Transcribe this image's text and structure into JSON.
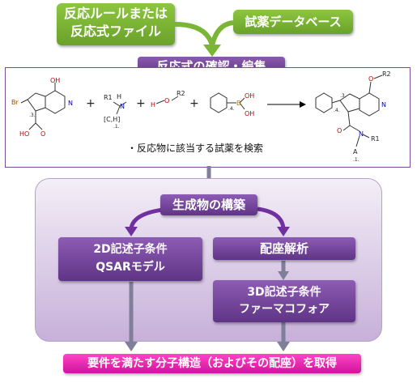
{
  "inputs": {
    "reaction_file": [
      "反応ルールまたは",
      "反応式ファイル"
    ],
    "reagent_db": "試薬データベース"
  },
  "confirm_edit": "反応式の確認・編集",
  "reaction": {
    "search_note": "・反応物に該当する試薬を検索",
    "plus": "+",
    "labels": {
      "oh_top": "OH",
      "br": "Br",
      "pos3_left": ".3.",
      "cooh_o": "O",
      "cooh_oh": "HO",
      "r1": "R1",
      "h": "H",
      "n": "N",
      "ch": "[C,H]",
      "pos1a": ".1.",
      "r2_amine": "R2",
      "r2_o": "O",
      "r2_h": "H",
      "boron_b": "B",
      "boron_oh1": "OH",
      "boron_oh2": "OH",
      "pos4": ".4.",
      "p_o": "O",
      "p_r2": "R2",
      "p_pos3": ".3.",
      "p_pos4": ".4.",
      "p_n": "N",
      "p_r1": "R1",
      "p_a": "A",
      "p_pos1": ".1.",
      "p_o2": "O"
    }
  },
  "process": {
    "build_products": "生成物の構築",
    "descriptor_2d": [
      "2D記述子条件",
      "QSARモデル"
    ],
    "conformer": "配座解析",
    "descriptor_3d": [
      "3D記述子条件",
      "ファーマコフォア"
    ]
  },
  "result": "要件を満たす分子構造（およびその配座）を取得",
  "colors": {
    "green": "#7ab535",
    "purple": "#6b3c93",
    "magenta": "#e52aa8",
    "arrow_gray": "#7f7f9a"
  }
}
